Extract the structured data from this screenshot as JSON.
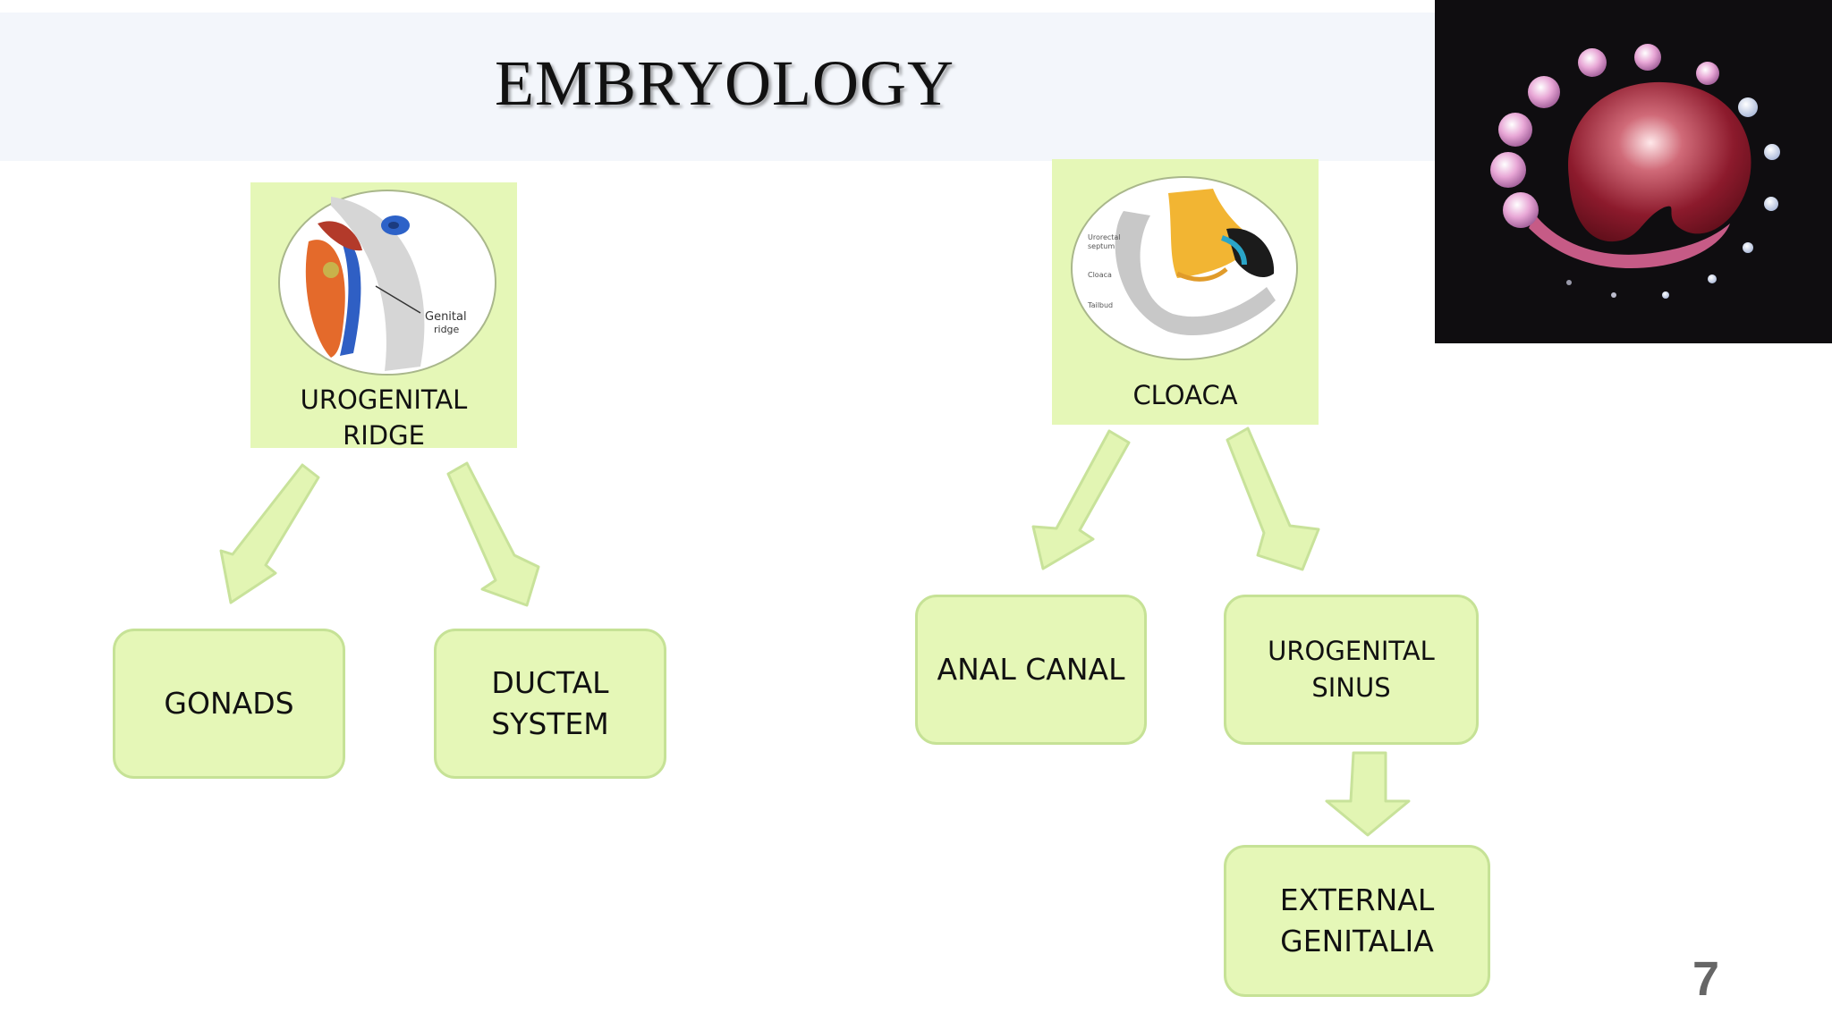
{
  "slide": {
    "title": "EMBRYOLOGY",
    "page_number": "7"
  },
  "left_tree": {
    "root": {
      "label_line1": "UROGENITAL",
      "label_line2": "RIDGE",
      "inset_label": "Genital ridge"
    },
    "children": [
      {
        "label_line1": "GONADS",
        "label_line2": ""
      },
      {
        "label_line1": "DUCTAL",
        "label_line2": "SYSTEM"
      }
    ]
  },
  "right_tree": {
    "root": {
      "label": "CLOACA",
      "inset_labels": [
        "Urorectal septum",
        "Cloaca",
        "Tailbud"
      ]
    },
    "children": [
      {
        "label_line1": "ANAL CANAL",
        "label_line2": ""
      },
      {
        "label_line1": "UROGENITAL",
        "label_line2": "SINUS"
      }
    ],
    "grandchild": {
      "label_line1": "EXTERNAL",
      "label_line2": "GENITALIA"
    }
  },
  "colors": {
    "box_fill": "#e5f7b7",
    "box_border": "#c6e296",
    "arrow_fill": "#e2f5b3",
    "arrow_stroke": "#c8e29a"
  }
}
